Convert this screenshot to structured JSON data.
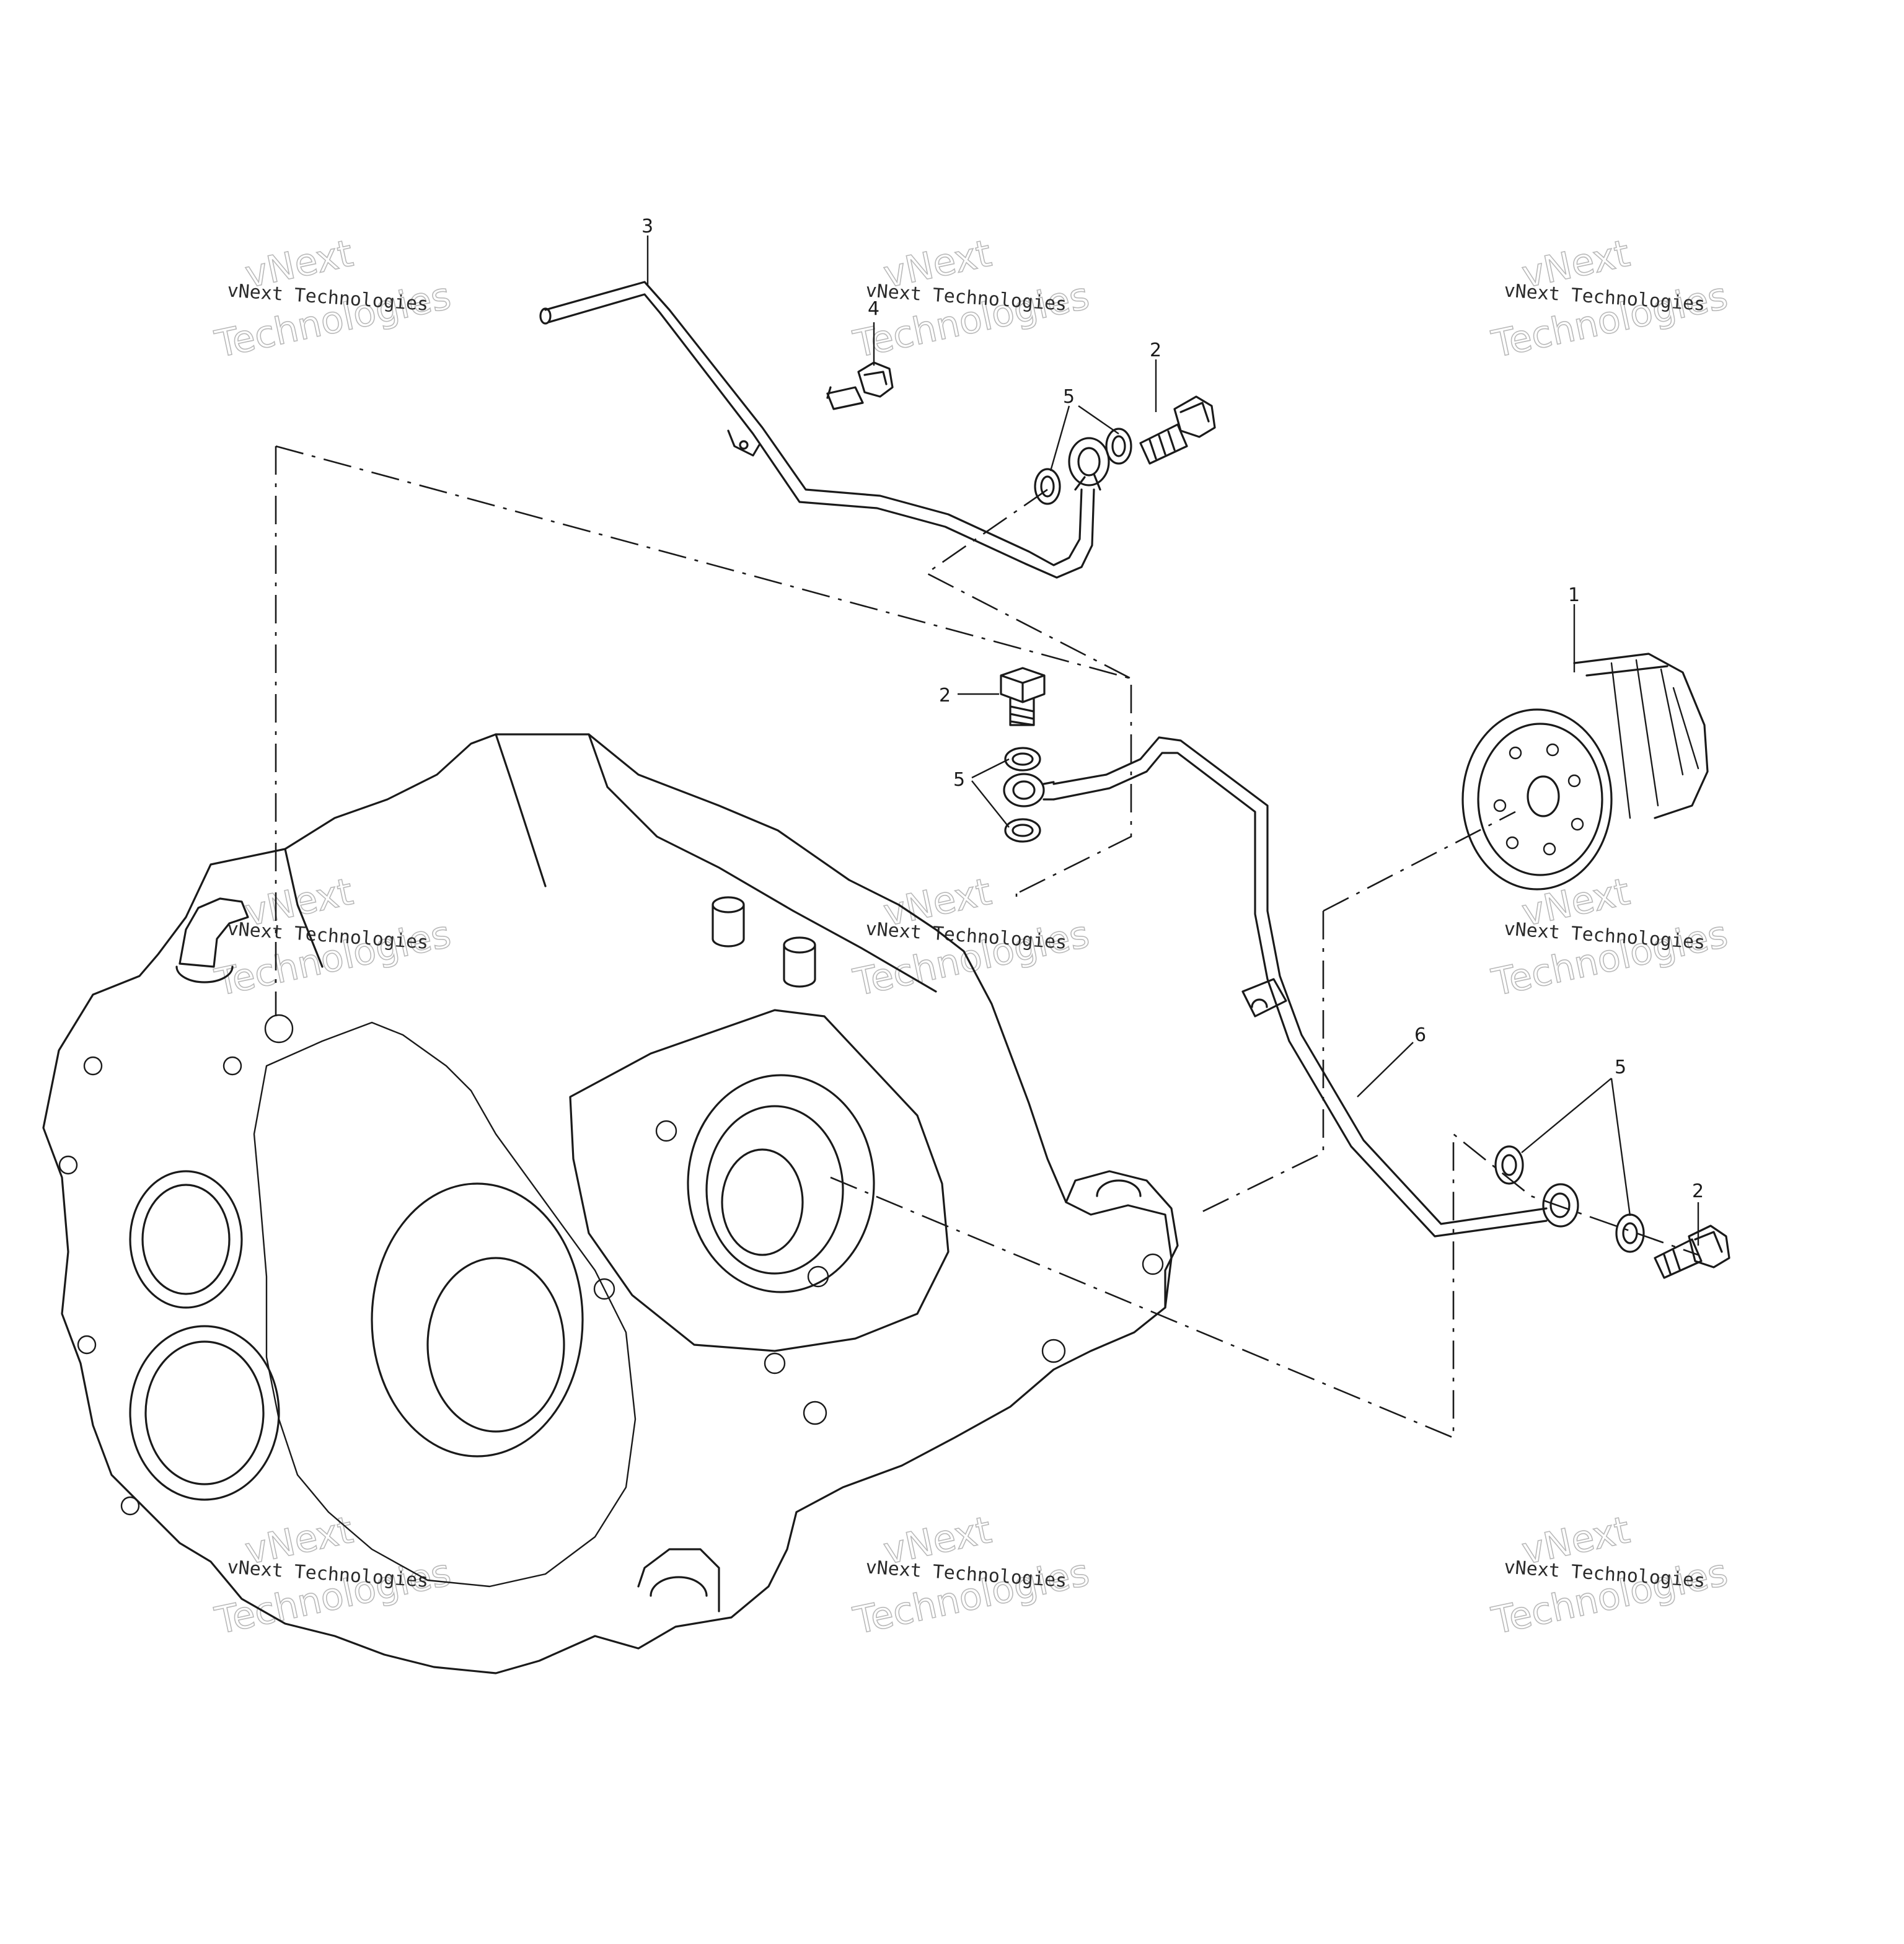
{
  "callouts": [
    {
      "id": "1",
      "label": "1"
    },
    {
      "id": "2a",
      "label": "2"
    },
    {
      "id": "2b",
      "label": "2"
    },
    {
      "id": "2c",
      "label": "2"
    },
    {
      "id": "3",
      "label": "3"
    },
    {
      "id": "4",
      "label": "4"
    },
    {
      "id": "5a",
      "label": "5"
    },
    {
      "id": "5b",
      "label": "5"
    },
    {
      "id": "5c",
      "label": "5"
    },
    {
      "id": "6",
      "label": "6"
    }
  ],
  "watermark": {
    "line_small": "vNext Technologies",
    "line_big_1": "vNext",
    "line_big_2": "Technologies"
  }
}
